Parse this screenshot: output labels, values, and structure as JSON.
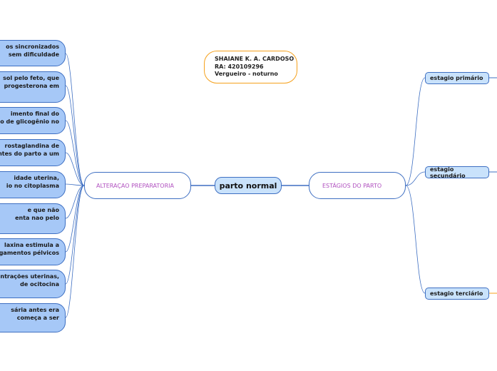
{
  "center": {
    "label": "parto normal"
  },
  "info": {
    "line1": "SHAIANE K. A. CARDOSO",
    "line2": "RA: 420109296",
    "line3": "Vergueiro - noturno"
  },
  "left_branch": {
    "label": "ALTERAÇAO PREPARATORIA",
    "items": [
      {
        "line1": "os sincronizados",
        "line2": "sem dificuldade"
      },
      {
        "line1": "sol pelo feto, que",
        "line2": "progesterona em"
      },
      {
        "line1": "imento final do",
        "line2": "o de glicogênio no"
      },
      {
        "line1": "rostaglandina  de",
        "line2": "ntes do parto a um"
      },
      {
        "line1": "idade uterina,",
        "line2": "io no citoplasma"
      },
      {
        "line1": "e que não",
        "line2": "enta nao pelo"
      },
      {
        "line1": "laxina estimula a",
        "line2": "gamentos pélvicos"
      },
      {
        "line1": "ntrações uterinas,",
        "line2": "de ocitocina"
      },
      {
        "line1": "sária antes era",
        "line2": "começa a ser"
      }
    ]
  },
  "right_branch": {
    "label": "ESTÁGIOS DO PARTO",
    "items": [
      {
        "label": "estagio primário"
      },
      {
        "label": "estagio secundário"
      },
      {
        "label": "estagio terciário"
      }
    ]
  },
  "colors": {
    "connector": "#3e6fc2",
    "leaf_fill": "#a6c8f7",
    "stage_fill": "#c9e2fb",
    "branch_text": "#b04fbf",
    "info_border": "#f5a11c"
  }
}
